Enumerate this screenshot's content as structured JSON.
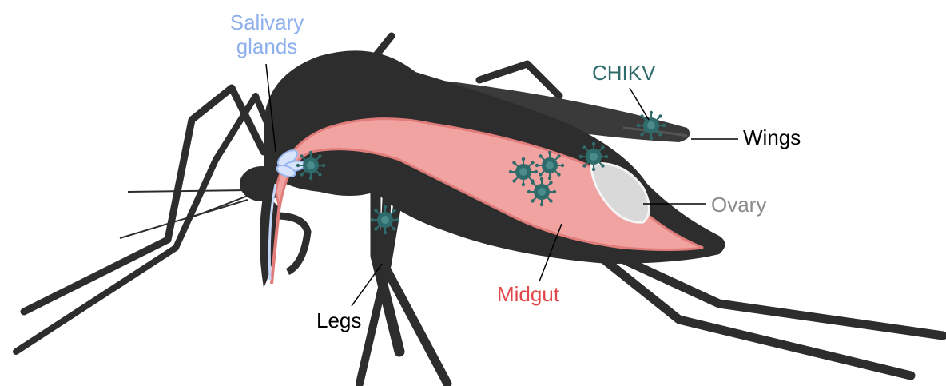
{
  "labels": {
    "salivary_line1": "Salivary",
    "salivary_line2": "glands",
    "chikv": "CHIKV",
    "wings": "Wings",
    "ovary": "Ovary",
    "midgut": "Midgut",
    "legs": "Legs"
  },
  "colors": {
    "body": "#2d2d2d",
    "midgut": "#f0a3a0",
    "midgut_outline": "#e07c7a",
    "salivary": "#9ab8ee",
    "virus": "#2f6b6b",
    "ovary": "#d9d9d9",
    "label_black": "#000000",
    "label_chikv": "#2f6b6b",
    "label_salivary": "#8fb0ec",
    "label_midgut": "#e0484b",
    "label_ovary": "#8a8a8a"
  }
}
